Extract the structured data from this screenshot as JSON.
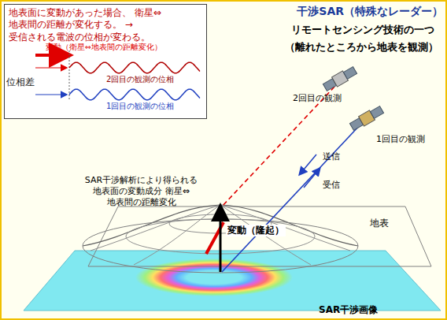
{
  "diagram": {
    "title": "干渉SAR（特殊なレーダー）",
    "nodes": [
      {
        "text": [
          "地表面に変動があった場合、 衛星⇔地表間の距離が変化する。 →受信される電波の位相が変わる。"
        ]
      }
    ],
    "labels": [
      "変動（衛星⇔地表間の距離変化）",
      "位相差",
      "2回目の観測の位相",
      "1回目の観測の位相",
      "リモートセンシング技術の一つ",
      "（離れたところから地表を観測）",
      "2回目の観測",
      "1回目の観測",
      "送信",
      "受信",
      "SAR干渉解析により得られる 地表面の変動成分 衛星⇔地表間の距離変化",
      "変動（隆起）",
      "地表",
      "SAR干渉画像"
    ]
  }
}
